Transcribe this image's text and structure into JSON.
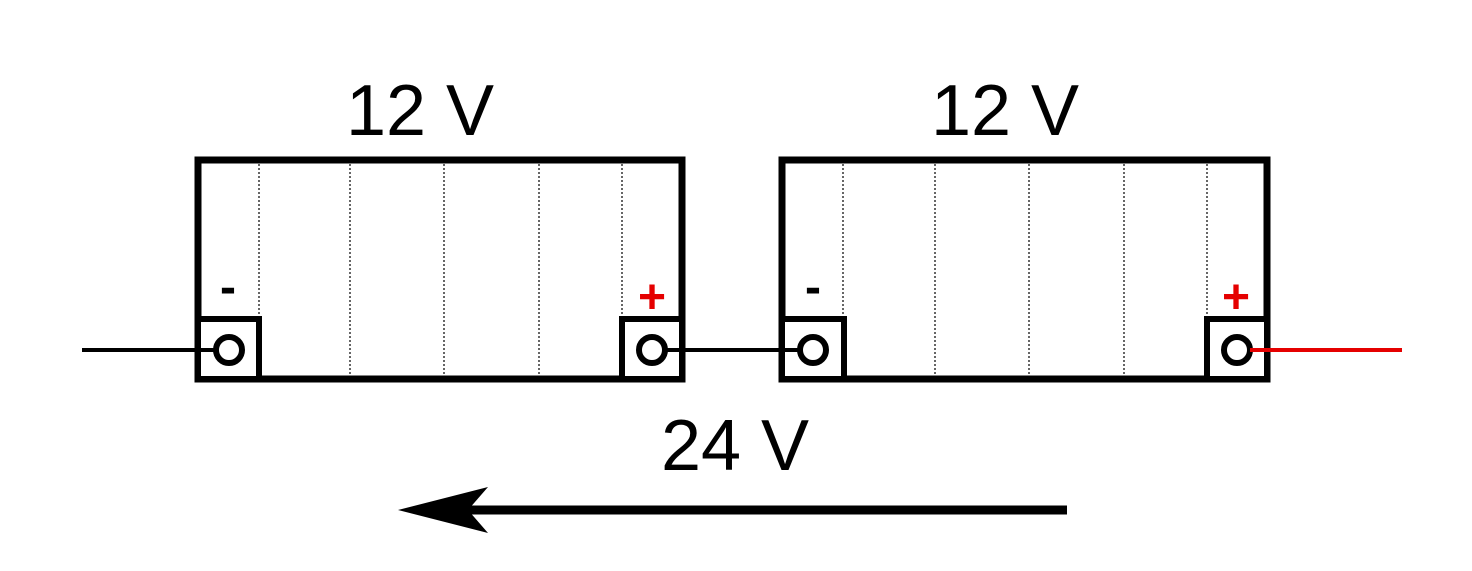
{
  "batteries": [
    {
      "voltage_label": "12 V",
      "negative_sign": "-",
      "positive_sign": "+"
    },
    {
      "voltage_label": "12 V",
      "negative_sign": "-",
      "positive_sign": "+"
    }
  ],
  "total_voltage_label": "24 V",
  "colors": {
    "line": "#000000",
    "positive": "#e50000",
    "background": "#ffffff"
  },
  "icons": {
    "arrow": "left-arrow-icon",
    "terminal": "terminal-post-icon"
  }
}
